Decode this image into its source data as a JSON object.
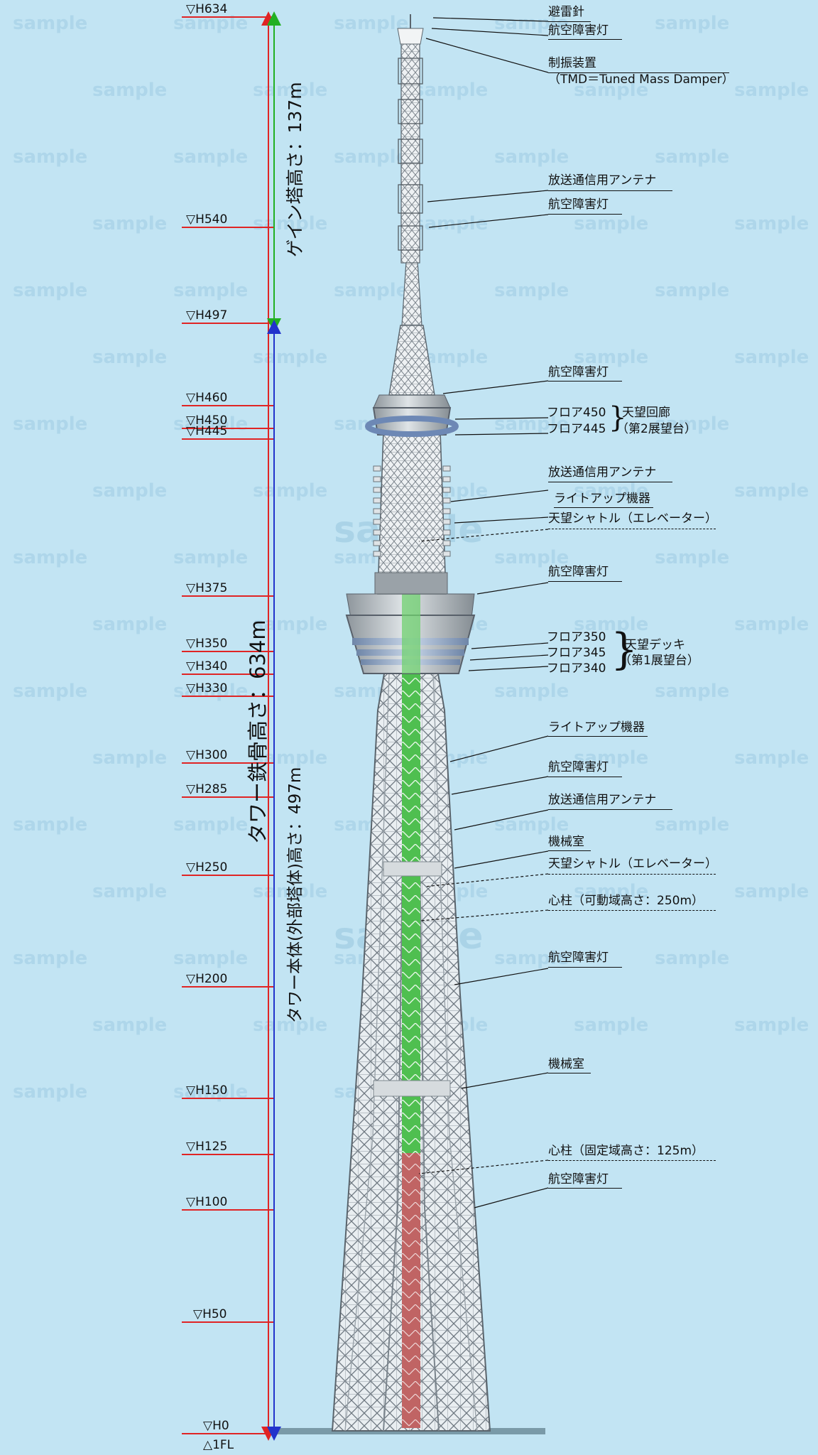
{
  "watermarks": [
    "sample",
    "sample",
    "sample",
    "sample",
    "sample",
    "sample",
    "sample",
    "sample",
    "sample",
    "sample",
    "sample",
    "sample",
    "sample",
    "sample",
    "sample",
    "sample",
    "sample",
    "sample",
    "sample",
    "sample",
    "sample",
    "sample",
    "sample",
    "sample",
    "sample",
    "sample",
    "sample",
    "sample",
    "sample",
    "sample",
    "sample",
    "sample",
    "sample",
    "sample",
    "sample",
    "sample",
    "sample",
    "sample",
    "sample",
    "sample",
    "sample",
    "sample",
    "sample",
    "sample",
    "sample",
    "sample",
    "sample",
    "sample",
    "sample",
    "sample",
    "sample",
    "sample",
    "sample",
    "sample",
    "sample",
    "sample",
    "sample",
    "sample",
    "sample",
    "sample",
    "sample",
    "sample",
    "sample",
    "sample",
    "sample",
    "sample",
    "sample",
    "sample",
    "sample",
    "sample",
    "sample",
    "sample",
    "sample",
    "sample",
    "sample",
    "sample",
    "sample",
    "sample",
    "sample",
    "sample",
    "sample",
    "sample",
    "sample"
  ],
  "watermark_large": [
    "sample",
    "sample"
  ],
  "levels": [
    {
      "label": "▽H634",
      "height": 634
    },
    {
      "label": "▽H540",
      "height": 540
    },
    {
      "label": "▽H497",
      "height": 497
    },
    {
      "label": "▽H460",
      "height": 460
    },
    {
      "label": "▽H450",
      "height": 450
    },
    {
      "label": "▽H445",
      "height": 445
    },
    {
      "label": "▽H375",
      "height": 375
    },
    {
      "label": "▽H350",
      "height": 350
    },
    {
      "label": "▽H340",
      "height": 340
    },
    {
      "label": "▽H330",
      "height": 330
    },
    {
      "label": "▽H300",
      "height": 300
    },
    {
      "label": "▽H285",
      "height": 285
    },
    {
      "label": "▽H250",
      "height": 250
    },
    {
      "label": "▽H200",
      "height": 200
    },
    {
      "label": "▽H150",
      "height": 150
    },
    {
      "label": "▽H125",
      "height": 125
    },
    {
      "label": "▽H100",
      "height": 100
    },
    {
      "label": "▽H50",
      "height": 50
    },
    {
      "label": "▽H0",
      "height": 0
    }
  ],
  "ground_label": "△1FL",
  "dimensions": {
    "total": "タワー鉄骨高さ：634m",
    "gain": "ゲイン塔高さ：137m",
    "body": "タワー本体(外部塔体)高さ：497m"
  },
  "callouts": {
    "lightning_rod": "避雷針",
    "aviation_light_top": "航空障害灯",
    "tmd_1": "制振装置",
    "tmd_2": "（TMD＝Tuned Mass Damper）",
    "antenna_gain": "放送通信用アンテナ",
    "aviation_light_gain": "航空障害灯",
    "aviation_light_460": "航空障害灯",
    "floor450": "フロア450",
    "floor445": "フロア445",
    "tembo_galleria_1": "天望回廊",
    "tembo_galleria_2": "（第2展望台）",
    "antenna_upper": "放送通信用アンテナ",
    "lightup_upper": "ライトアップ機器",
    "shuttle_upper": "天望シャトル（エレベーター）",
    "aviation_light_375": "航空障害灯",
    "floor350": "フロア350",
    "floor345": "フロア345",
    "floor340": "フロア340",
    "tembo_deck_1": "天望デッキ",
    "tembo_deck_2": "（第1展望台）",
    "lightup_lower": "ライトアップ機器",
    "aviation_light_300": "航空障害灯",
    "antenna_lower": "放送通信用アンテナ",
    "machine_room_upper": "機械室",
    "shuttle_lower": "天望シャトル（エレベーター）",
    "core_movable": "心柱（可動域高さ：250m）",
    "aviation_light_200": "航空障害灯",
    "machine_room_lower": "機械室",
    "core_fixed": "心柱（固定域高さ：125m）",
    "aviation_light_100": "航空障害灯"
  },
  "colors": {
    "background": "#c2e4f3",
    "level_line": "#e02424",
    "total_arrow": "#e02424",
    "gain_arrow": "#22b022",
    "body_arrow": "#2233cc",
    "core_movable": "#58c858",
    "core_fixed": "#c86a6a"
  }
}
